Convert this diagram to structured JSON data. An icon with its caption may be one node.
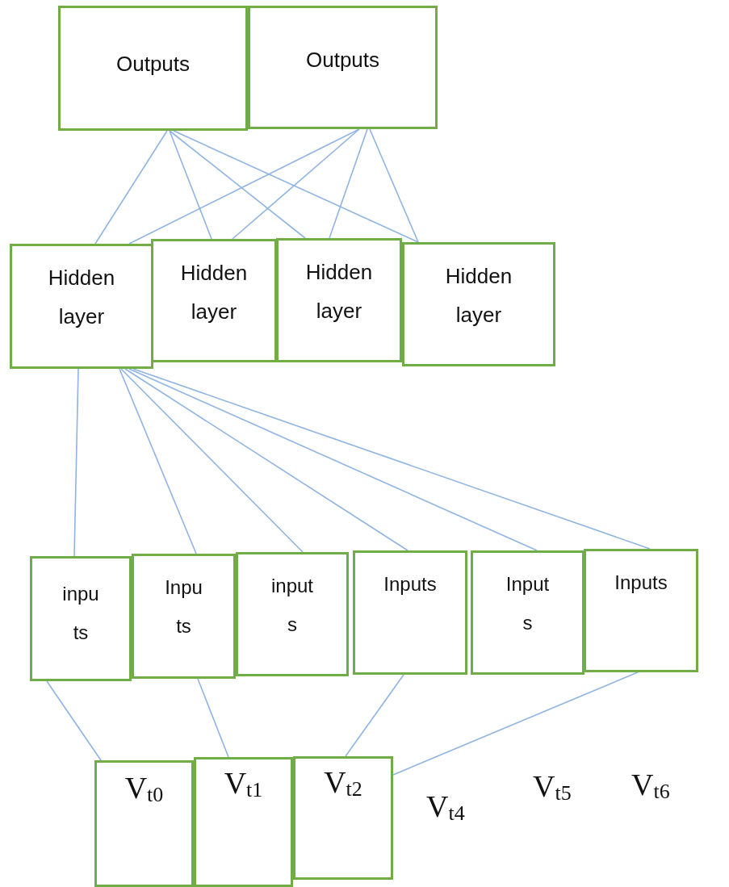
{
  "diagram": {
    "nodes": [
      {
        "text": [
          "Outputs"
        ]
      },
      {
        "text": [
          "Outputs"
        ]
      },
      {
        "text": [
          "Hidden layer"
        ]
      },
      {
        "text": [
          "Hidden layer"
        ]
      },
      {
        "text": [
          "Hidden layer"
        ]
      },
      {
        "text": [
          "Hidden layer"
        ]
      },
      {
        "text": [
          "inputs"
        ]
      },
      {
        "text": [
          "Inputs"
        ]
      },
      {
        "text": [
          "inputs"
        ]
      },
      {
        "text": [
          "Inputs"
        ]
      },
      {
        "text": [
          "Inputs"
        ]
      },
      {
        "text": [
          "Inputs"
        ]
      },
      {
        "text": [
          "V$_{t0}$"
        ]
      },
      {
        "text": [
          "V$_{t1}$"
        ]
      },
      {
        "text": [
          "V$_{t2}$"
        ]
      }
    ],
    "edges": [
      {
        "from": 0,
        "to": 2,
        "arrow": "none"
      },
      {
        "from": 0,
        "to": 3,
        "arrow": "none"
      },
      {
        "from": 0,
        "to": 4,
        "arrow": "none"
      },
      {
        "from": 0,
        "to": 5,
        "arrow": "none"
      },
      {
        "from": 1,
        "to": 2,
        "arrow": "none"
      },
      {
        "from": 1,
        "to": 3,
        "arrow": "none"
      },
      {
        "from": 1,
        "to": 4,
        "arrow": "none"
      },
      {
        "from": 1,
        "to": 5,
        "arrow": "none"
      },
      {
        "from": 2,
        "to": 6,
        "arrow": "none"
      },
      {
        "from": 2,
        "to": 7,
        "arrow": "none"
      },
      {
        "from": 2,
        "to": 8,
        "arrow": "none"
      },
      {
        "from": 2,
        "to": 9,
        "arrow": "none"
      },
      {
        "from": 2,
        "to": 10,
        "arrow": "none"
      },
      {
        "from": 2,
        "to": 11,
        "arrow": "none"
      },
      {
        "from": 6,
        "to": 12,
        "arrow": "none"
      },
      {
        "from": 7,
        "to": 13,
        "arrow": "none"
      },
      {
        "from": 9,
        "to": 14,
        "arrow": "none"
      },
      {
        "from": 11,
        "to": 14,
        "arrow": "none"
      }
    ],
    "labels": [
      "V$_{t4}$",
      "V$_{t5}$",
      "V$_{t6}$"
    ]
  }
}
